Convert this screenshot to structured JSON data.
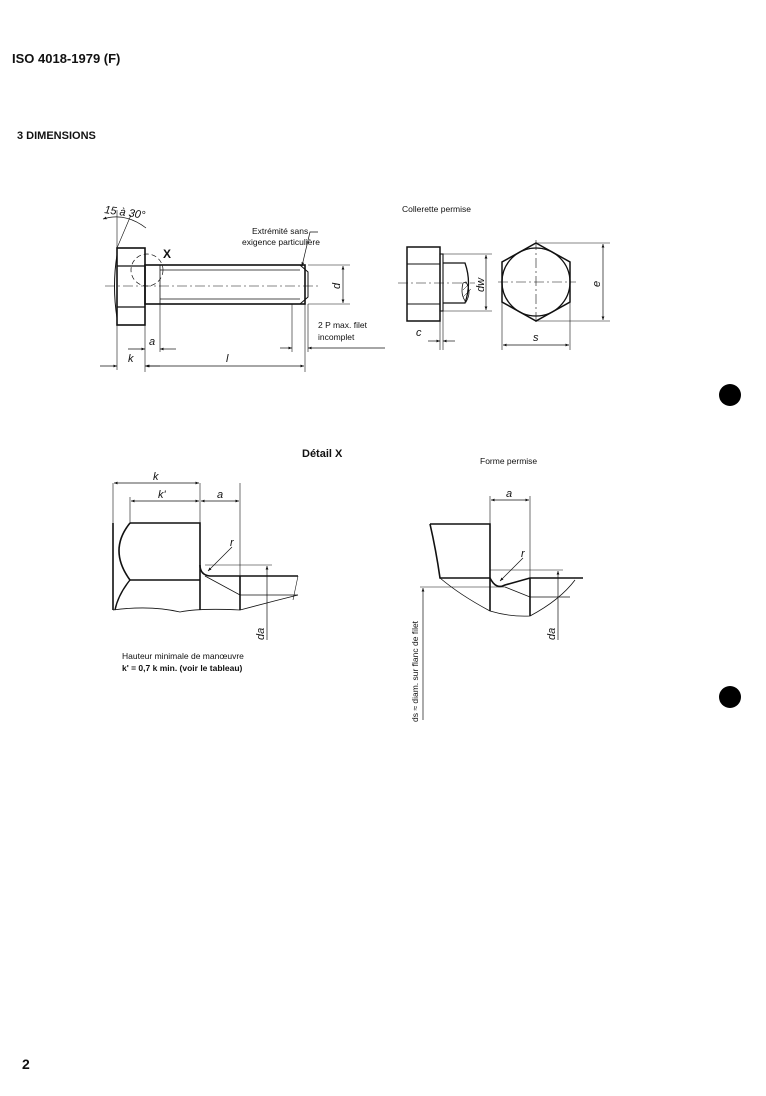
{
  "header": {
    "doc_ref": "ISO 4018-1979 (F)"
  },
  "section": {
    "title": "3 DIMENSIONS"
  },
  "main_figure": {
    "angle_label": "15 à 30°",
    "detail_marker": "X",
    "end_note_line1": "Extrémité sans",
    "end_note_line2": "exigence particulière",
    "thread_note_line1": "2 P max. filet",
    "thread_note_line2": "incomplet",
    "dim_d": "d",
    "dim_a": "a",
    "dim_k": "k",
    "dim_l": "l"
  },
  "collar_figure": {
    "title": "Collerette permise",
    "dim_dw": "dw",
    "dim_c": "c",
    "dim_s": "s",
    "dim_e": "e"
  },
  "detail_figure": {
    "title": "Détail X",
    "dim_k": "k",
    "dim_k_prime": "k'",
    "dim_a": "a",
    "dim_r": "r",
    "dim_da": "da",
    "caption_line1": "Hauteur minimale de manœuvre",
    "caption_line2": "k' = 0,7 k min. (voir le tableau)"
  },
  "permitted_form_figure": {
    "title": "Forme permise",
    "dim_a": "a",
    "dim_r": "r",
    "dim_da": "da",
    "ds_note": "ds ≈ diam. sur flanc de filet"
  },
  "footer": {
    "page_number": "2"
  }
}
